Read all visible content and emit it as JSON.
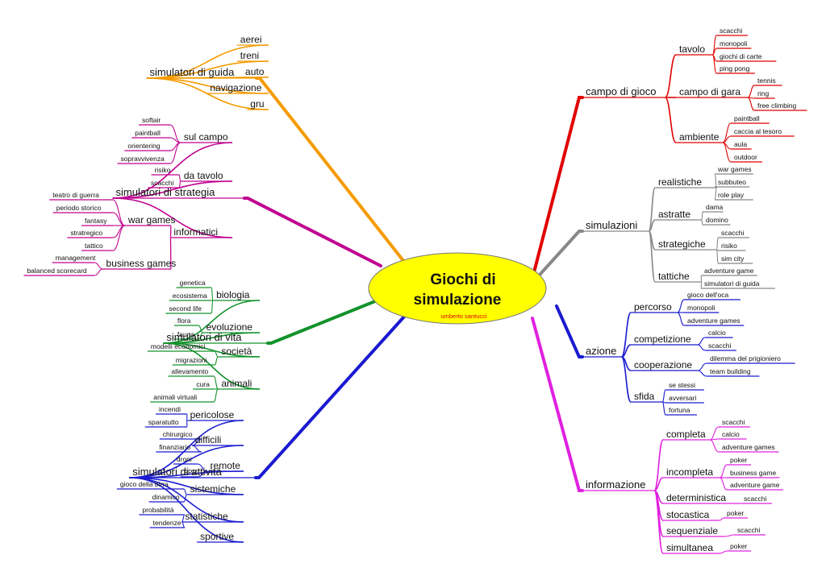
{
  "center": {
    "title_line1": "Giochi di",
    "title_line2": "simulazione",
    "author": "umberto santucci",
    "fill": "#ffff00",
    "author_color": "#e00000"
  },
  "branches": [
    {
      "label": "simulatori di guida",
      "color": "#f59b00",
      "children": [
        {
          "label": "aerei"
        },
        {
          "label": "treni"
        },
        {
          "label": "auto"
        },
        {
          "label": "navigazione"
        },
        {
          "label": "gru"
        }
      ]
    },
    {
      "label": "simulatori di strategia",
      "color": "#c0008f",
      "children": [
        {
          "label": "sul campo",
          "children": [
            "softair",
            "paintball",
            "orientering",
            "sopravvivenza"
          ]
        },
        {
          "label": "da tavolo",
          "children": [
            "risiko",
            "scacchi"
          ]
        },
        {
          "label": "informatici",
          "children": [
            {
              "label": "war games",
              "children": [
                "teatro di guerra",
                "periodo storico",
                "fantasy",
                "stratregico",
                "tattico"
              ]
            },
            {
              "label": "business games",
              "children": [
                "management",
                "balanced scorecard"
              ]
            }
          ]
        }
      ]
    },
    {
      "label": "simulatori di vita",
      "color": "#13922b",
      "children": [
        {
          "label": "biologia",
          "children": [
            "genetica",
            "ecosistema",
            "second life"
          ]
        },
        {
          "label": "evoluzione",
          "children": [
            "flora",
            "fauna"
          ]
        },
        {
          "label": "società",
          "children": [
            "modelli economici",
            "migrazioni"
          ]
        },
        {
          "label": "animali",
          "children": [
            "allevamento",
            "cura",
            "animali virtuali"
          ]
        }
      ]
    },
    {
      "label": "simulatori di attività",
      "color": "#1a1ad0",
      "children": [
        {
          "label": "pericolose",
          "children": [
            "incendi",
            "sparatutto"
          ]
        },
        {
          "label": "difficili",
          "children": [
            "chirurgico",
            "finanziario"
          ]
        },
        {
          "label": "remote",
          "children": [
            "droni",
            "FPV"
          ]
        },
        {
          "label": "sistemiche",
          "children": [
            "gioco della birra",
            "dinamico"
          ]
        },
        {
          "label": "statistiche",
          "children": [
            "probabilità",
            "tendenze"
          ]
        },
        {
          "label": "sportive",
          "children": []
        }
      ]
    },
    {
      "label": "campo di gioco",
      "color": "#e00000",
      "children": [
        {
          "label": "tavolo",
          "children": [
            "scacchi",
            "monopoli",
            "giochi di carte",
            "ping pong"
          ]
        },
        {
          "label": "campo di gara",
          "children": [
            "tennis",
            "ring",
            "free climbing"
          ]
        },
        {
          "label": "ambiente",
          "children": [
            "paintball",
            "caccia al tesoro",
            "aula",
            "outdoor"
          ]
        }
      ]
    },
    {
      "label": "simulazioni",
      "color": "#888888",
      "children": [
        {
          "label": "realistiche",
          "children": [
            "war games",
            "subbuteo",
            "role play"
          ]
        },
        {
          "label": "astratte",
          "children": [
            "dama",
            "domino"
          ]
        },
        {
          "label": "strategiche",
          "children": [
            "scacchi",
            "risiko",
            "sim city"
          ]
        },
        {
          "label": "tattiche",
          "children": [
            "adventure game",
            "simulatori di guida"
          ]
        }
      ]
    },
    {
      "label": "azione",
      "color": "#1a1ad0",
      "children": [
        {
          "label": "percorso",
          "children": [
            "gioco dell'oca",
            "monopoli",
            "adventure games"
          ]
        },
        {
          "label": "competizione",
          "children": [
            "calcio",
            "scacchi"
          ]
        },
        {
          "label": "cooperazione",
          "children": [
            "dilemma del prigioniero",
            "team building"
          ]
        },
        {
          "label": "sfida",
          "children": [
            "se stessi",
            "avversari",
            "fortuna"
          ]
        }
      ]
    },
    {
      "label": "informazione",
      "color": "#e020e0",
      "children": [
        {
          "label": "completa",
          "children": [
            "scacchi",
            "calcio",
            "adventure games"
          ]
        },
        {
          "label": "incompleta",
          "children": [
            "poker",
            "business game",
            "adventure game"
          ]
        },
        {
          "label": "deterministica",
          "children": [
            "scacchi"
          ]
        },
        {
          "label": "stocastica",
          "children": [
            "poker"
          ]
        },
        {
          "label": "sequenziale",
          "children": [
            "scacchi"
          ]
        },
        {
          "label": "simultanea",
          "children": [
            "poker"
          ]
        }
      ]
    }
  ]
}
